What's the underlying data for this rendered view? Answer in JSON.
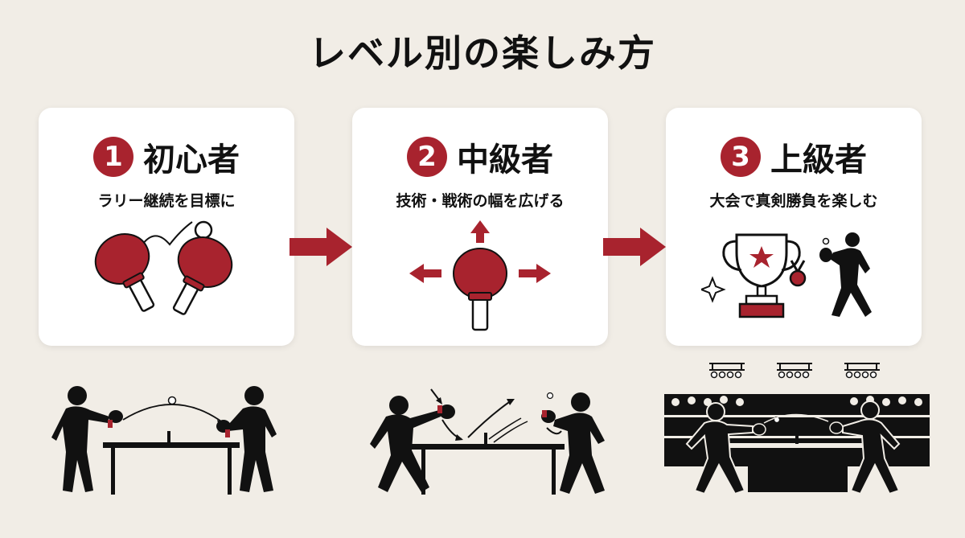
{
  "title": "レベル別の楽しみ方",
  "colors": {
    "accent": "#a8232e",
    "background": "#f1ede6",
    "card": "#ffffff",
    "ink": "#111111"
  },
  "levels": [
    {
      "number": "1",
      "name": "初心者",
      "goal": "ラリー継続を目標に",
      "icon": "two-paddles-rally-icon",
      "scene": "casual-rally-scene"
    },
    {
      "number": "2",
      "name": "中級者",
      "goal": "技術・戦術の幅を広げる",
      "icon": "paddle-directions-icon",
      "scene": "spin-shots-scene"
    },
    {
      "number": "3",
      "name": "上級者",
      "goal": "大会で真剣勝負を楽しむ",
      "icon": "trophy-medal-player-icon",
      "scene": "tournament-crowd-scene"
    }
  ],
  "connectors": [
    "arrow-right-icon",
    "arrow-right-icon"
  ]
}
